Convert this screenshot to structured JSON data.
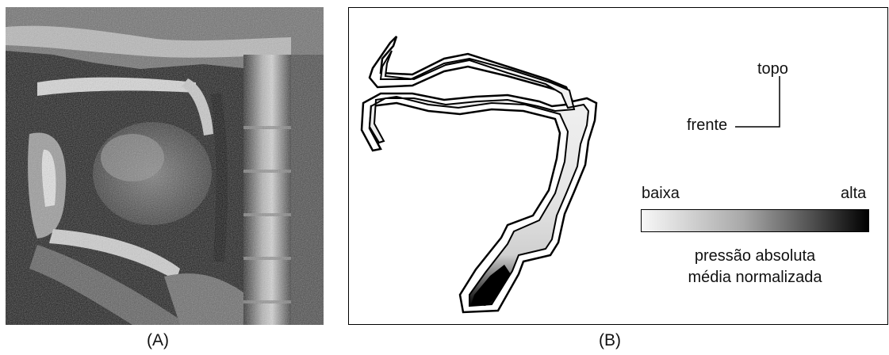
{
  "panel_a": {
    "caption": "(A)"
  },
  "panel_b": {
    "caption": "(B)",
    "orientation": {
      "top_label": "topo",
      "front_label": "frente"
    },
    "legend": {
      "low_label": "baixa",
      "high_label": "alta",
      "description_line1": "pressão absoluta",
      "description_line2": "média normalizada",
      "gradient_start": "#f7f7f7",
      "gradient_end": "#000000"
    }
  },
  "colors": {
    "outline": "#000000",
    "tract_fill": "#f2f2f2",
    "high_pressure": "#000000"
  }
}
